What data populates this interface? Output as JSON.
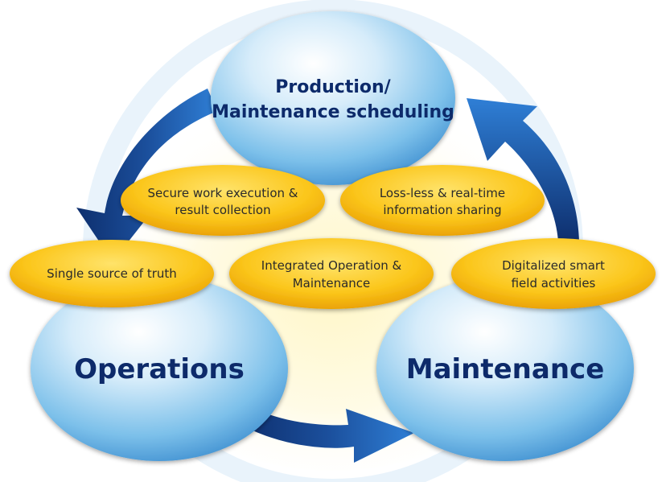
{
  "nodes": {
    "scheduling": {
      "line1": "Production/",
      "line2": "Maintenance scheduling"
    },
    "operations": {
      "label": "Operations"
    },
    "maintenance": {
      "label": "Maintenance"
    }
  },
  "features": {
    "secure_work": {
      "line1": "Secure work execution &",
      "line2": "result collection"
    },
    "lossless": {
      "line1": "Loss-less & real-time",
      "line2": "information sharing"
    },
    "single_source": {
      "line1": "Single source of truth"
    },
    "integrated": {
      "line1": "Integrated Operation &",
      "line2": "Maintenance"
    },
    "digitalized": {
      "line1": "Digitalized smart",
      "line2": "field activities"
    }
  },
  "colors": {
    "arrow": "#1b4f9c",
    "blue_bubble": "#7cc0ea",
    "yellow_bubble": "#f5b800",
    "label_blue": "#0d2b6b"
  }
}
